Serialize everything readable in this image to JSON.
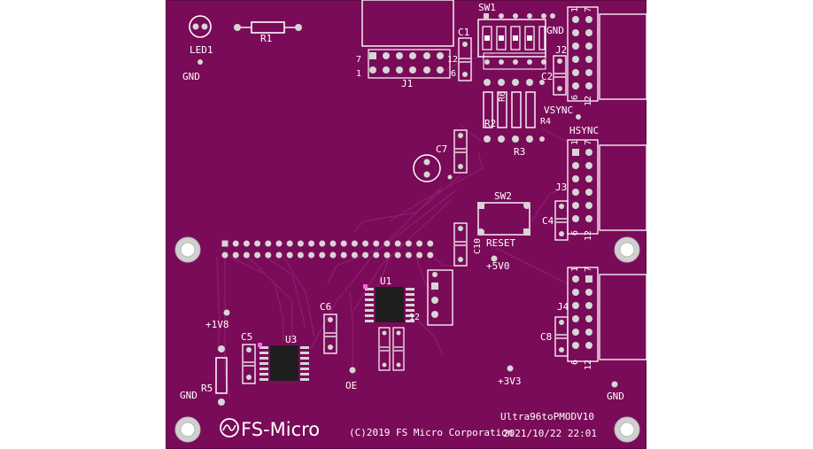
{
  "colors": {
    "pcb": "#7a0b58",
    "pcb_edge": "#6a0a4c",
    "trace": "#8f1a6c",
    "silk": "#ffffff",
    "pad": "#d6d6d6",
    "ic_body": "#1e1e1e"
  },
  "designators": {
    "led1": "LED1",
    "r1": "R1",
    "r2": "R2",
    "r3": "R3",
    "r4": "R4",
    "r5": "R5",
    "r6": "R6",
    "c1": "C1",
    "c2": "C2",
    "c4": "C4",
    "c5": "C5",
    "c6": "C6",
    "c7": "C7",
    "c8": "C8",
    "c10": "C10",
    "j1": "J1",
    "j2": "J2",
    "j3": "J3",
    "j4": "J4",
    "sw1": "SW1",
    "sw2": "SW2",
    "u1": "U1",
    "u3": "U3"
  },
  "net_labels": {
    "gnd_top_left": "GND",
    "gnd_sw1": "GND",
    "gnd_bottom_left": "GND",
    "gnd_bottom_right": "GND",
    "vsync": "VSYNC",
    "hsync": "HSYNC",
    "reset": "RESET",
    "v5": "+5V0",
    "v18": "+1V8",
    "v33": "+3V3",
    "oe": "OE"
  },
  "pin_numbers": {
    "j1_7": "7",
    "j1_1": "1",
    "j1_12": "12",
    "j1_6": "6",
    "u1_pin": "12",
    "j2_1": "1",
    "j2_7": "7",
    "j2_6": "6",
    "j2_12": "12",
    "j3_1": "1",
    "j3_7": "7",
    "j3_6": "6",
    "j3_12": "12",
    "j4_1": "1",
    "j4_7": "7",
    "j4_6": "6",
    "j4_12": "12"
  },
  "footer": {
    "logo": "FS-Micro",
    "copyright": "(C)2019 FS Micro Corporation",
    "board_name": "Ultra96toPMODV10",
    "date": "2021/10/22 22:01"
  }
}
